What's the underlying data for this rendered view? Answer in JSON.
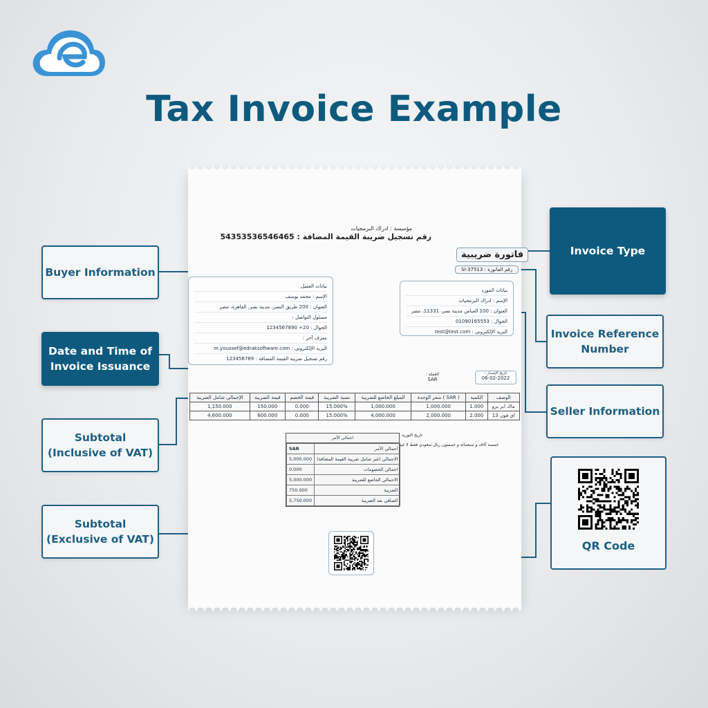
{
  "page": {
    "title": "Tax Invoice Example"
  },
  "colors": {
    "brand": "#0e5a7e",
    "logo": "#3a93d5",
    "callout_border": "#1e5f82"
  },
  "callouts": {
    "buyer_info": "Buyer Information",
    "date_time": "Date and Time of\nInvoice Issuance",
    "subtotal_incl": "Subtotal\n(Inclusive of VAT)",
    "subtotal_excl": "Subtotal\n(Exclusive of VAT)",
    "invoice_type": "Invoice Type",
    "invoice_ref": "Invoice Reference\nNumber",
    "seller_info": "Seller Information",
    "qr_code": "QR Code"
  },
  "invoice": {
    "org_name": "مؤسسة : ادراك البرمجيات",
    "vat_reg": "رقم تسجيل ضريبة القيمة المضافة : 54353536546465",
    "type_label": "فاتورة ضريبية",
    "ref": "رقم الفاتورة : SI-37513",
    "buyer": [
      "بيانات العميل",
      "الإسم : محمد يوسف",
      "العنوان : 200 طريق النصر، مدينة نصر، القاهرة، مصر",
      "مسئول التواصل :",
      "الجوال : 20+ 1234567890",
      "معرف آخر :",
      "البريد الإلكتروني : m.youssef@edraksoftware.com",
      "رقم تسجيل ضريبة القيمة المضافة : 123456789"
    ],
    "seller": [
      "بيانات المورد",
      "الإسم : ادراك البرمجيات",
      "العنوان : 100 العباس مدينة نصر، 11331، مصر",
      "الجوال : 01090165553",
      "البريد الإلكتروني : test@test.com"
    ],
    "date_label": "تاريخ الإصدار :",
    "date_value": "06-02-2022",
    "currency_label": "العملة :",
    "currency_value": "SAR",
    "table_headers": [
      "الإجمالي شامل الضريبة",
      "قيمة الضريبة",
      "قيمة الخصم",
      "نسبة الضريبة",
      "المبلغ الخاضع للضريبة",
      "سعر الوحدة ( SAR )",
      "الكمية",
      "الوصف"
    ],
    "table_rows": [
      [
        "1,150.000",
        "150.000",
        "0.000",
        "15.000%",
        "1,000.000",
        "1,000.000",
        "1.000",
        "ماك ابر برو"
      ],
      [
        "4,600.000",
        "600.000",
        "0.000",
        "15.000%",
        "4,000.000",
        "2,000.000",
        "2.000",
        "اي فون 13"
      ]
    ],
    "supply_date": "تاريخ التوريد :",
    "amount_words": "خمسة آلاف و سبعمائة و خمسون ريال سعودي فقط لا غير",
    "totals_header": "اجمالي الأمر",
    "totals_col": [
      "SAR",
      "اجمالي الأمر"
    ],
    "totals_rows": [
      [
        "5,000.000",
        "الاجمالي (غير شامل ضريبة القيمة المضافة)"
      ],
      [
        "0.000",
        "اجمالي الخصومات"
      ],
      [
        "5,000.000",
        "الاجمالي الخاضع للضريبة"
      ],
      [
        "750.000",
        "الضريبة"
      ],
      [
        "5,750.000",
        "الصافي بعد الضريبة"
      ]
    ]
  }
}
